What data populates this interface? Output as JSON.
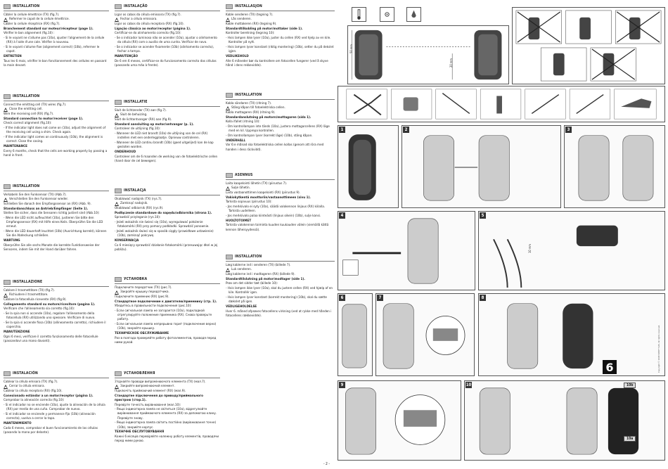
{
  "col1": {
    "fr": {
      "title": "INSTALLATION",
      "lines": [
        "Câbler la cellule émettrice (TX) (fig.7).",
        "Refermer le capot de la cellule émettrice.",
        "Câbler la cellule réceptrice (RX) (fig.7).",
        "Branchement standard sur moteur/récepteur (page 1).",
        "Vérifier le bon alignement (fig.10) :",
        "- Si le voyant ne s'allume pas (10a), ajuster l'alignement de la cellule (RX) à l'aide d'une cale. Vérifier à nouveau.",
        "- Si le voyant s'allume fixe (alignement correct) (10b), refermer le capot.",
        "ENTRETIEN",
        "Tous les 6 mois, vérifier le bon fonctionnement des cellules en passant la main devant."
      ]
    },
    "en": {
      "title": "INSTALLATION",
      "lines": [
        "Connect the emitting cell (TX) wires (fig.7).",
        "Close the emitting cell.",
        "Wire the receiving cell (RX) (fig.7).",
        "Standard connection to motor/receiver (page 1).",
        "Check correct alignment (fig.10):",
        "- If the indicator light does not come on (10a), adjust the alignment of the receiving cell using a shim. Check again.",
        "- If the indicator light comes on continuously (10b), the alignment is correct. Close the casing.",
        "MAINTENANCE",
        "Every 6 months, check that the cells are working properly by passing a hand in front."
      ]
    },
    "de": {
      "title": "INSTALLATION",
      "lines": [
        "Verkabeln Sie den Funksensor (TX) (Abb.7).",
        "Verschließen Sie den Funksensor wieder.",
        "Schließen Sie danach den Empfangssensor an (RX) (Abb. 9).",
        "Standardanschluss an Antrieb/Empfänger (Seite 1).",
        "Stellen Sie sicher, dass die Sensoren richtig justiert sind (Abb.10):",
        "- Wenn die LED nicht aufleuchtet (10a), justieren Sie bitte den Empfangssensor (RX) mit Hilfe eines Keils. Überprüfen Sie die LED erneut.",
        "- Wenn die LED dauerhaft leuchtet (10b) (Ausrichtung korrekt), können Sie die Abdeckung schließen.",
        "WARTUNG",
        "Überprüfen Sie alle sechs Monate die korrekte Funktionsweise der Sensoren, indem Sie mit der Hand darüber fahren."
      ]
    },
    "it": {
      "title": "INSTALLAZIONE",
      "lines": [
        "Cablare il trasmettitore (TX) (fig.7).",
        "Richiudere il trasmettitore.",
        "Cablare la fotocellula ricevente (RX) (fig.9).",
        "Collegamento standard su motore/ricevitore (pagina 1).",
        "Verificare che l'allineamento sia corretto (fig.10):",
        "- Se la spia non si accende (10a), regolare l'allineamento della fotocellula (RX) utilizzando uno spessore. Verificare di nuovo.",
        "- Se la spia si accende fissa (10b) (allineamento corretto), richiudere il coperchio.",
        "MANUTENZIONE",
        "Ogni 6 mesi, verificare il corretto funzionamento delle fotocellule (passandovi una mano davanti)."
      ]
    },
    "es": {
      "title": "INSTALACIÓN",
      "lines": [
        "Cablear la célula emisora (TX) (fig.7).",
        "Cerrar la célula emisora.",
        "Cablear la célula receptora (RX) (fig.10).",
        "Conexionado estándar a un motor/receptor (página 1).",
        "Comprobar la alineación correcta (fig.10):",
        "- Si el indicador no se enciende (10a), ajuste la alineación de la célula (RX) por medio de una cuña. Comprobar de nuevo.",
        "- Si el indicador se enciende y permanece fijo (10b) (alineación correcta), vuelva a cerrar la tapa.",
        "MANTENIMIENTO",
        "Cada 6 meses, comprobar el buen funcionamiento de las células (pasando la mano por delante)."
      ]
    }
  },
  "col2": {
    "pt": {
      "title": "INSTALAÇÃO",
      "lines": [
        "Ligar os cabos da célula emissora (TX) (fig.7).",
        "Fechar a célula emissora.",
        "Ligar os cabos da célula receptora (RX) (fig.10).",
        "Ligação clássica ao motor/receptor (página 1).",
        "Certificar-se do alinhamento correcto (fig.10):",
        "- Se o indicador luminoso não se acender (10a), ajustar o alinhamento da célula (RX) com o auxílio de uma cunha. Verificar de novo.",
        "- Se o indicador se acender fixamente (10b) (alinhamento correcto), fechar a tampa.",
        "MANUTENÇÃO",
        "De 6 em 6 meses, certificar-se do funcionamento correcto das células (passando uma mão à frente)."
      ]
    },
    "nl": {
      "title": "INSTALLATIE",
      "lines": [
        "Sluit de lichtzender (TX) aan (fig.7).",
        "Sluit de behuizing.",
        "Sluit de lichtontvanger (RX) aan (fig.9).",
        "Standard aansluiting op motor/ontvanger (p. 1).",
        "Controleer de uitlijning (fig.10):",
        "- Wanneer de LED niet brandt (10a) de uitlijning van de cel (RX) instellen met een onderlegplaatje. Opnieuw controleren.",
        "- Wanneer de LED continu brandt (10b) (goed uitgelijnd) kan de kap gesloten worden.",
        "ONDERHOUD",
        "Controleer om de 6 maanden de werking van de fotoelektrische cellen (hand door de cel bewegen)."
      ]
    },
    "pl": {
      "title": "INSTALACJA",
      "lines": [
        "Okablować nadajnik (TX) (rys.7).",
        "Zamknąć nadajnik.",
        "Okablować odbiornik (RX) (rys.9).",
        "Podłączenie standardowe do napędu/odbiornika (strona 1).",
        "Sprawdzić przyleganie (rys.10):",
        "- Jeżeli wskaźnik nie świeci się (10a), wyregulować położenie fotokomórki (RX) przy pomocy podkładki. Sprawdzić ponownie.",
        "- Jeżeli wskaźnik świeci się w sposób ciągły (prawidłowe ustawienie) (10b), zamknąć pokrywę.",
        "KONSERWACJA",
        "Co 6 miesięcy sprawdzić działanie fotokomórki (przesuwając dłoń w jej pobliżu)."
      ]
    },
    "ru": {
      "title": "УСТАНОВКА",
      "lines": [
        "Подключите передатчик (TX) (рис.7).",
        "Закройте крышку передатчика.",
        "Подключите приемник (RX) (рис.9).",
        "Стандартное подключение к двигателю/приемнику (стр. 1).",
        "Убедитесь в правильности подключения (рис.10):",
        "- Если сигнальная лампа не загорается (10a), подкладкой отрегулируйте положение приемника (RX). Снова проверьте работу.",
        "- Если сигнальная лампа непрерывно горит (подключение верно) (10b), закройте крышку.",
        "ТЕХНИЧЕСКОЕ ОБСЛУЖИВАНИЕ",
        "Раз в полгода проверяйте работу фотоэлементов, проводя перед ними рукой."
      ]
    },
    "uk": {
      "title": "УСТАНОВЛЕННЯ",
      "lines": [
        "З'єднайте проводи випромінюючого елемента (TX) (мал.7).",
        "Закрийте випромінюючий елемент.",
        "Підключіть приймаючий елемент (RX) (мал.9).",
        "Стандартне підключення до приводу/приймального пристрою (стор.1).",
        "Перевірте точність вирівнювання (мал.10):",
        "- Якщо індикаторна лампа не світиться (10a), відрегулюйте вирівнювання приймаючого елемента (RX) за допомогою клину. Перевірте знову.",
        "- Якщо індикаторна лампа світить постійно (вирівнювання точне) (10b), закрийте корпус.",
        "ТЕХНІЧНЕ ОБСЛУГОВУВАННЯ",
        "Кожні 6 місяців перевіряйте належну роботу елементів, проводячи перед ними рукою."
      ]
    }
  },
  "col3": {
    "no": {
      "title": "INSTALLASJON",
      "lines": [
        "Kable senderen (TX) (tegning 7).",
        "Lås senderen.",
        "Kable mottakeren (RX) (tegning 9).",
        "Standardtilkobling på motor/mottaker (side 1).",
        "Kontroller beretning (tegning 10):",
        "- Hvis lampen ikke lyser (10a), juster du cellen (RX) ved hjelp av en kile. Kontroller på nytt.",
        "- Hvis lampen lyser konstant (riktig montering) (10b), setter du på dekslet igjen.",
        "VEDLIKEHOLD",
        "Alle 6 måneder bør du kontrollere om fotocellen fungerer (ved å skyve hånd i dens rekkevidde)."
      ]
    },
    "sv": {
      "title": "INSTALLATION",
      "lines": [
        "Kabla sändaren (TX) (ritning 7).",
        "Stäng kåpan till fotoelektriska cellen.",
        "Kabla mottagaren (RX) (ritning 9).",
        "Standardanslutning på motorn/mottagaren (sida 1).",
        "Kolla ifallet (ritning 10):",
        "- Om kontrollampan inte tänds (10a), justera mottagarcellens (RX) läge med en kil. Upprepa kontrollen.",
        "- Om kontrollampan lyser (korrekt läge) (10b), stäng kåpan.",
        "UNDERHÅLL",
        "Var 6:e månad ska fotoelektriska cellen kollas (genom att röra med handen i dess räckvidd)."
      ]
    },
    "fi": {
      "title": "ASENNUS",
      "lines": [
        "Laita kaapelointi lähetin (TX) (piirustus 7).",
        "Sulje lähetin.",
        "Laita vastaanottimen kaapelointi (RX) (piirustus 9).",
        "Vakiokytkentä moottoriin/vastaanottimeen (sivu 1).",
        "Tarkista sopivuus (piirustus 10):",
        "- Jos merkkivalo ei syty (10a), säädä valokennon linjaus (RX) kiilalla. Tarkista uudelleen.",
        "- Jos merkkivalo palaa kiinteästi (linjaus oikein) (10b), sulje kansi.",
        "HUOLTOTOIMET",
        "Tarkista valokennon toiminta kuuden kuukauden välein (viemällä kättä kennon läheisyydessä)."
      ]
    },
    "da": {
      "title": "INSTALLATION",
      "lines": [
        "Læg kablerne ind i senderen (TX) (billede 7).",
        "Luk senderen.",
        "Læg kablerne ind i modtageren (RX) (billede 9).",
        "Standardtilslutning på motor/modtager (side 1).",
        "Prøv om det sidder tæt (billede 10):",
        "- Hvis lampen ikke lyser (10a), skal du justere cellen (RX) ved hjælp af en kile. Kontrollér igen.",
        "- Hvis lampen lyser konstant (korrekt montering) (10b), skal du sætte dækslet på igen.",
        "VEDLIGEHOLDELSE",
        "Hver 6. måned afprøves fotocellens virkning (ved at rykke med hånden i fotocellens rækkevidde)."
      ]
    }
  },
  "figures": {
    "dim1": "50 mm",
    "dim2": "20 mm",
    "dim3": "10 mm",
    "six_label": "6",
    "steps": [
      "1",
      "2",
      "3",
      "4",
      "5",
      "6",
      "7",
      "8",
      "9",
      "10"
    ],
    "label_10a": "10a",
    "label_10b": "10b"
  },
  "footer": {
    "page": "- 2 -"
  },
  "copyright": "Copyright © 2008 SOMFY SAS. All rights reserved."
}
